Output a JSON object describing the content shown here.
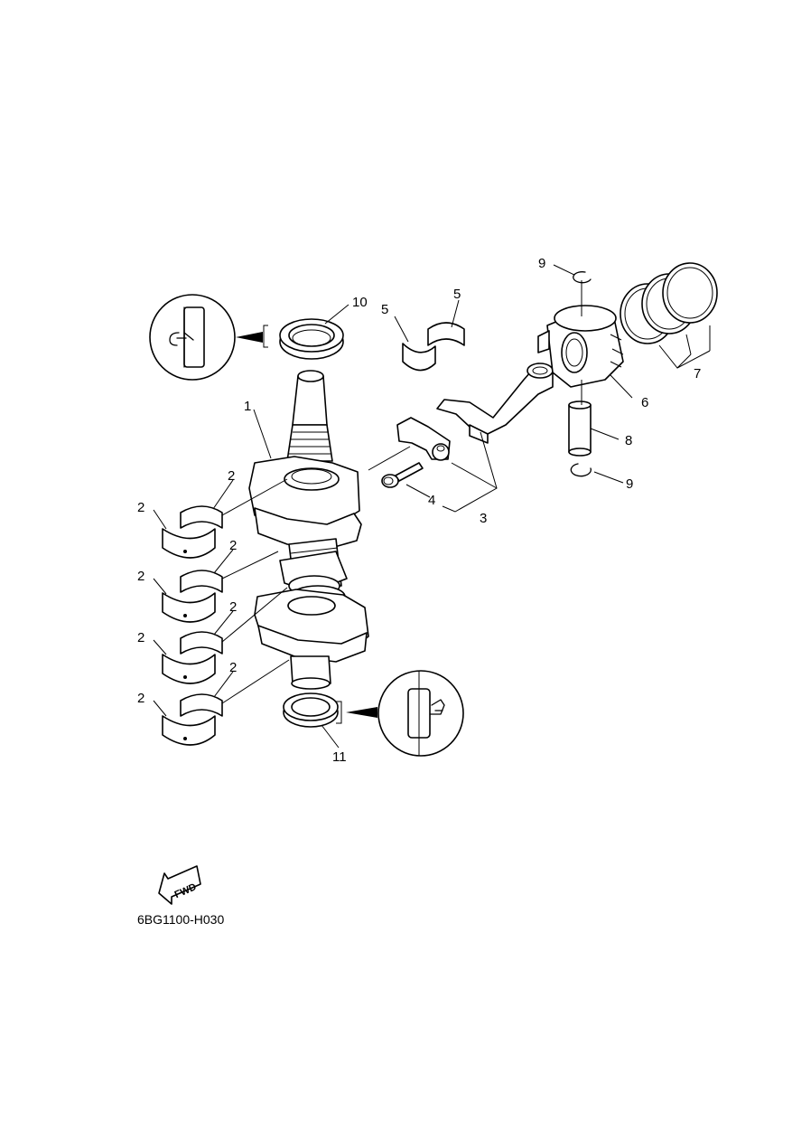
{
  "diagram": {
    "code": "6BG1100-H030",
    "fwd_label": "FWD",
    "callouts": {
      "c1": "1",
      "c2a": "2",
      "c2b": "2",
      "c2c": "2",
      "c2d": "2",
      "c2e": "2",
      "c2f": "2",
      "c2g": "2",
      "c2h": "2",
      "c3": "3",
      "c4": "4",
      "c5a": "5",
      "c5b": "5",
      "c6": "6",
      "c7": "7",
      "c8": "8",
      "c9a": "9",
      "c9b": "9",
      "c10": "10",
      "c11": "11"
    }
  }
}
